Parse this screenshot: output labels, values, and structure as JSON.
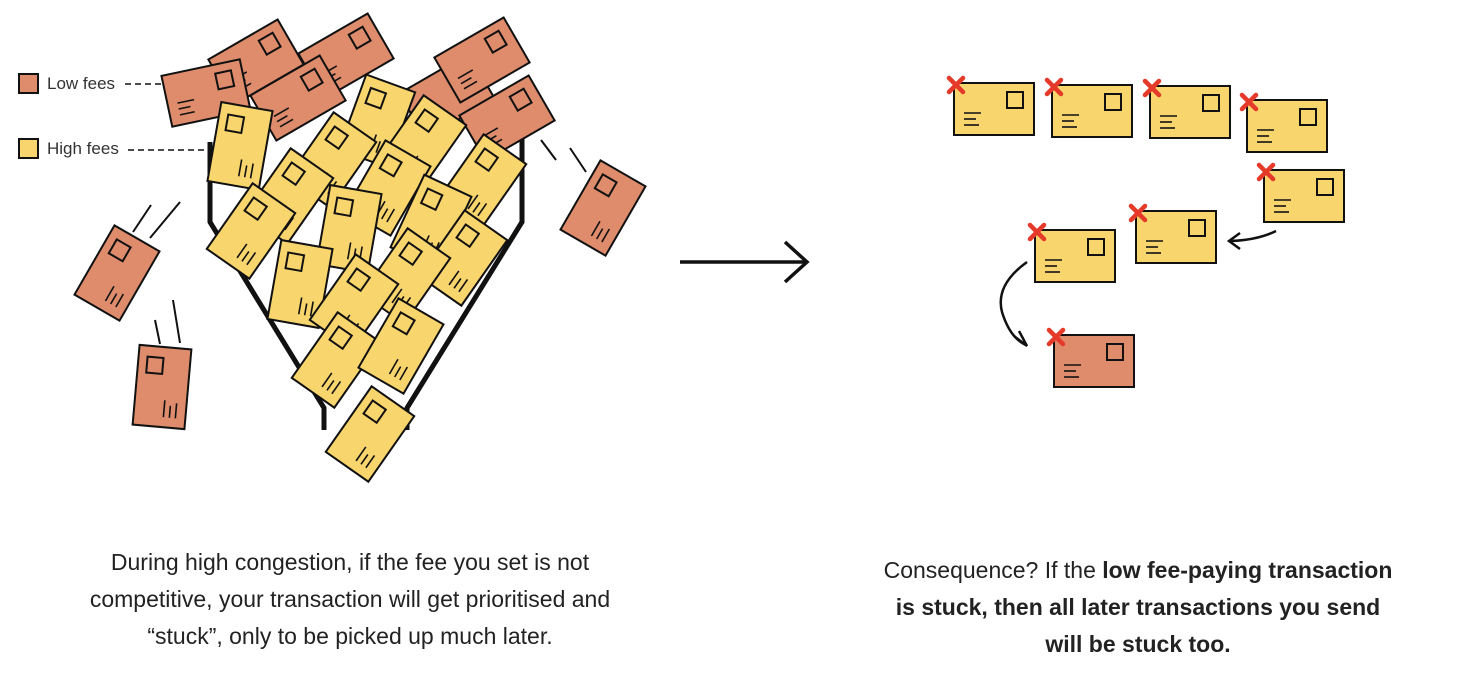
{
  "legend": {
    "low_label": "Low fees",
    "high_label": "High fees",
    "low_color": "#DE8C6C",
    "high_color": "#F9D56E"
  },
  "left_caption": {
    "lines": [
      "During high congestion, if the fee you set is not",
      "competitive, your transaction will get prioritised and",
      "“stuck”, only to be picked up much later."
    ]
  },
  "right_caption": {
    "line1_plain": "Consequence? If the ",
    "line1_bold": "low fee-paying transaction",
    "line2_bold": "is stuck, then all later transactions you send",
    "line3_bold": "will be stuck too."
  },
  "colors": {
    "outline": "#111111",
    "cross": "#E53A2A"
  },
  "icons": {
    "arrow": "right-arrow-icon",
    "cross": "x-mark-icon"
  }
}
